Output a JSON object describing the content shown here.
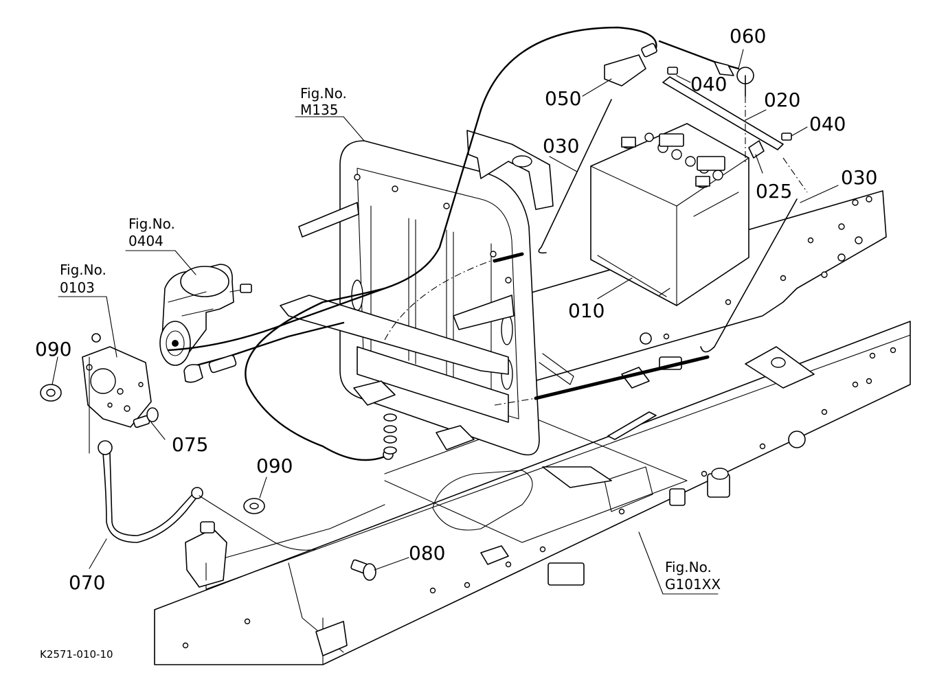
{
  "diagram": {
    "drawing_number": "K2571-010-10",
    "figure_refs": [
      {
        "id": "m135",
        "label": "Fig.No.",
        "number": "M135"
      },
      {
        "id": "0404",
        "label": "Fig.No.",
        "number": "0404"
      },
      {
        "id": "0103",
        "label": "Fig.No.",
        "number": "0103"
      },
      {
        "id": "g101xx",
        "label": "Fig.No.",
        "number": "G101XX"
      }
    ],
    "callouts": {
      "c060": "060",
      "c040a": "040",
      "c050": "050",
      "c020": "020",
      "c040b": "040",
      "c030a": "030",
      "c025": "025",
      "c030b": "030",
      "c010": "010",
      "c090a": "090",
      "c075": "075",
      "c090b": "090",
      "c080": "080",
      "c070": "070"
    }
  }
}
